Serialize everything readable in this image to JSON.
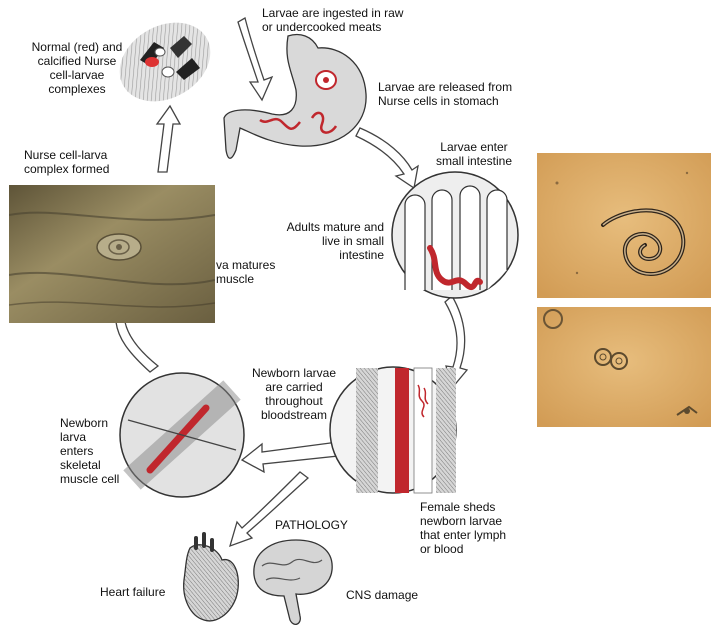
{
  "labels": {
    "ingested": "Larvae are ingested in raw\nor undercooked meats",
    "released": "Larvae are released from\nNurse cells in stomach",
    "enter_intestine": "Larvae enter\nsmall intestine",
    "adults_mature": "Adults mature and\nlive in small\nintestine",
    "female_sheds": "Female sheds\nnewborn larvae\nthat enter lymph\nor blood",
    "bloodstream": "Newborn larvae\nare carried\nthroughout\nbloodstream",
    "enters_muscle": "Newborn\nlarva\nenters\nskeletal\nmuscle cell",
    "matures_in_muscle": "va matures\nmuscle",
    "complex_formed": "Nurse cell-larva\ncomplex formed",
    "nurse_cell_complexes": "Normal (red) and\ncalcified Nurse\ncell-larvae\ncomplexes",
    "pathology": "PATHOLOGY",
    "heart_failure": "Heart failure",
    "cns_damage": "CNS damage"
  },
  "colors": {
    "worm_red": "#c0272d",
    "photo_tan": "#d9a866",
    "muscle_photo": "#8a7d55"
  }
}
